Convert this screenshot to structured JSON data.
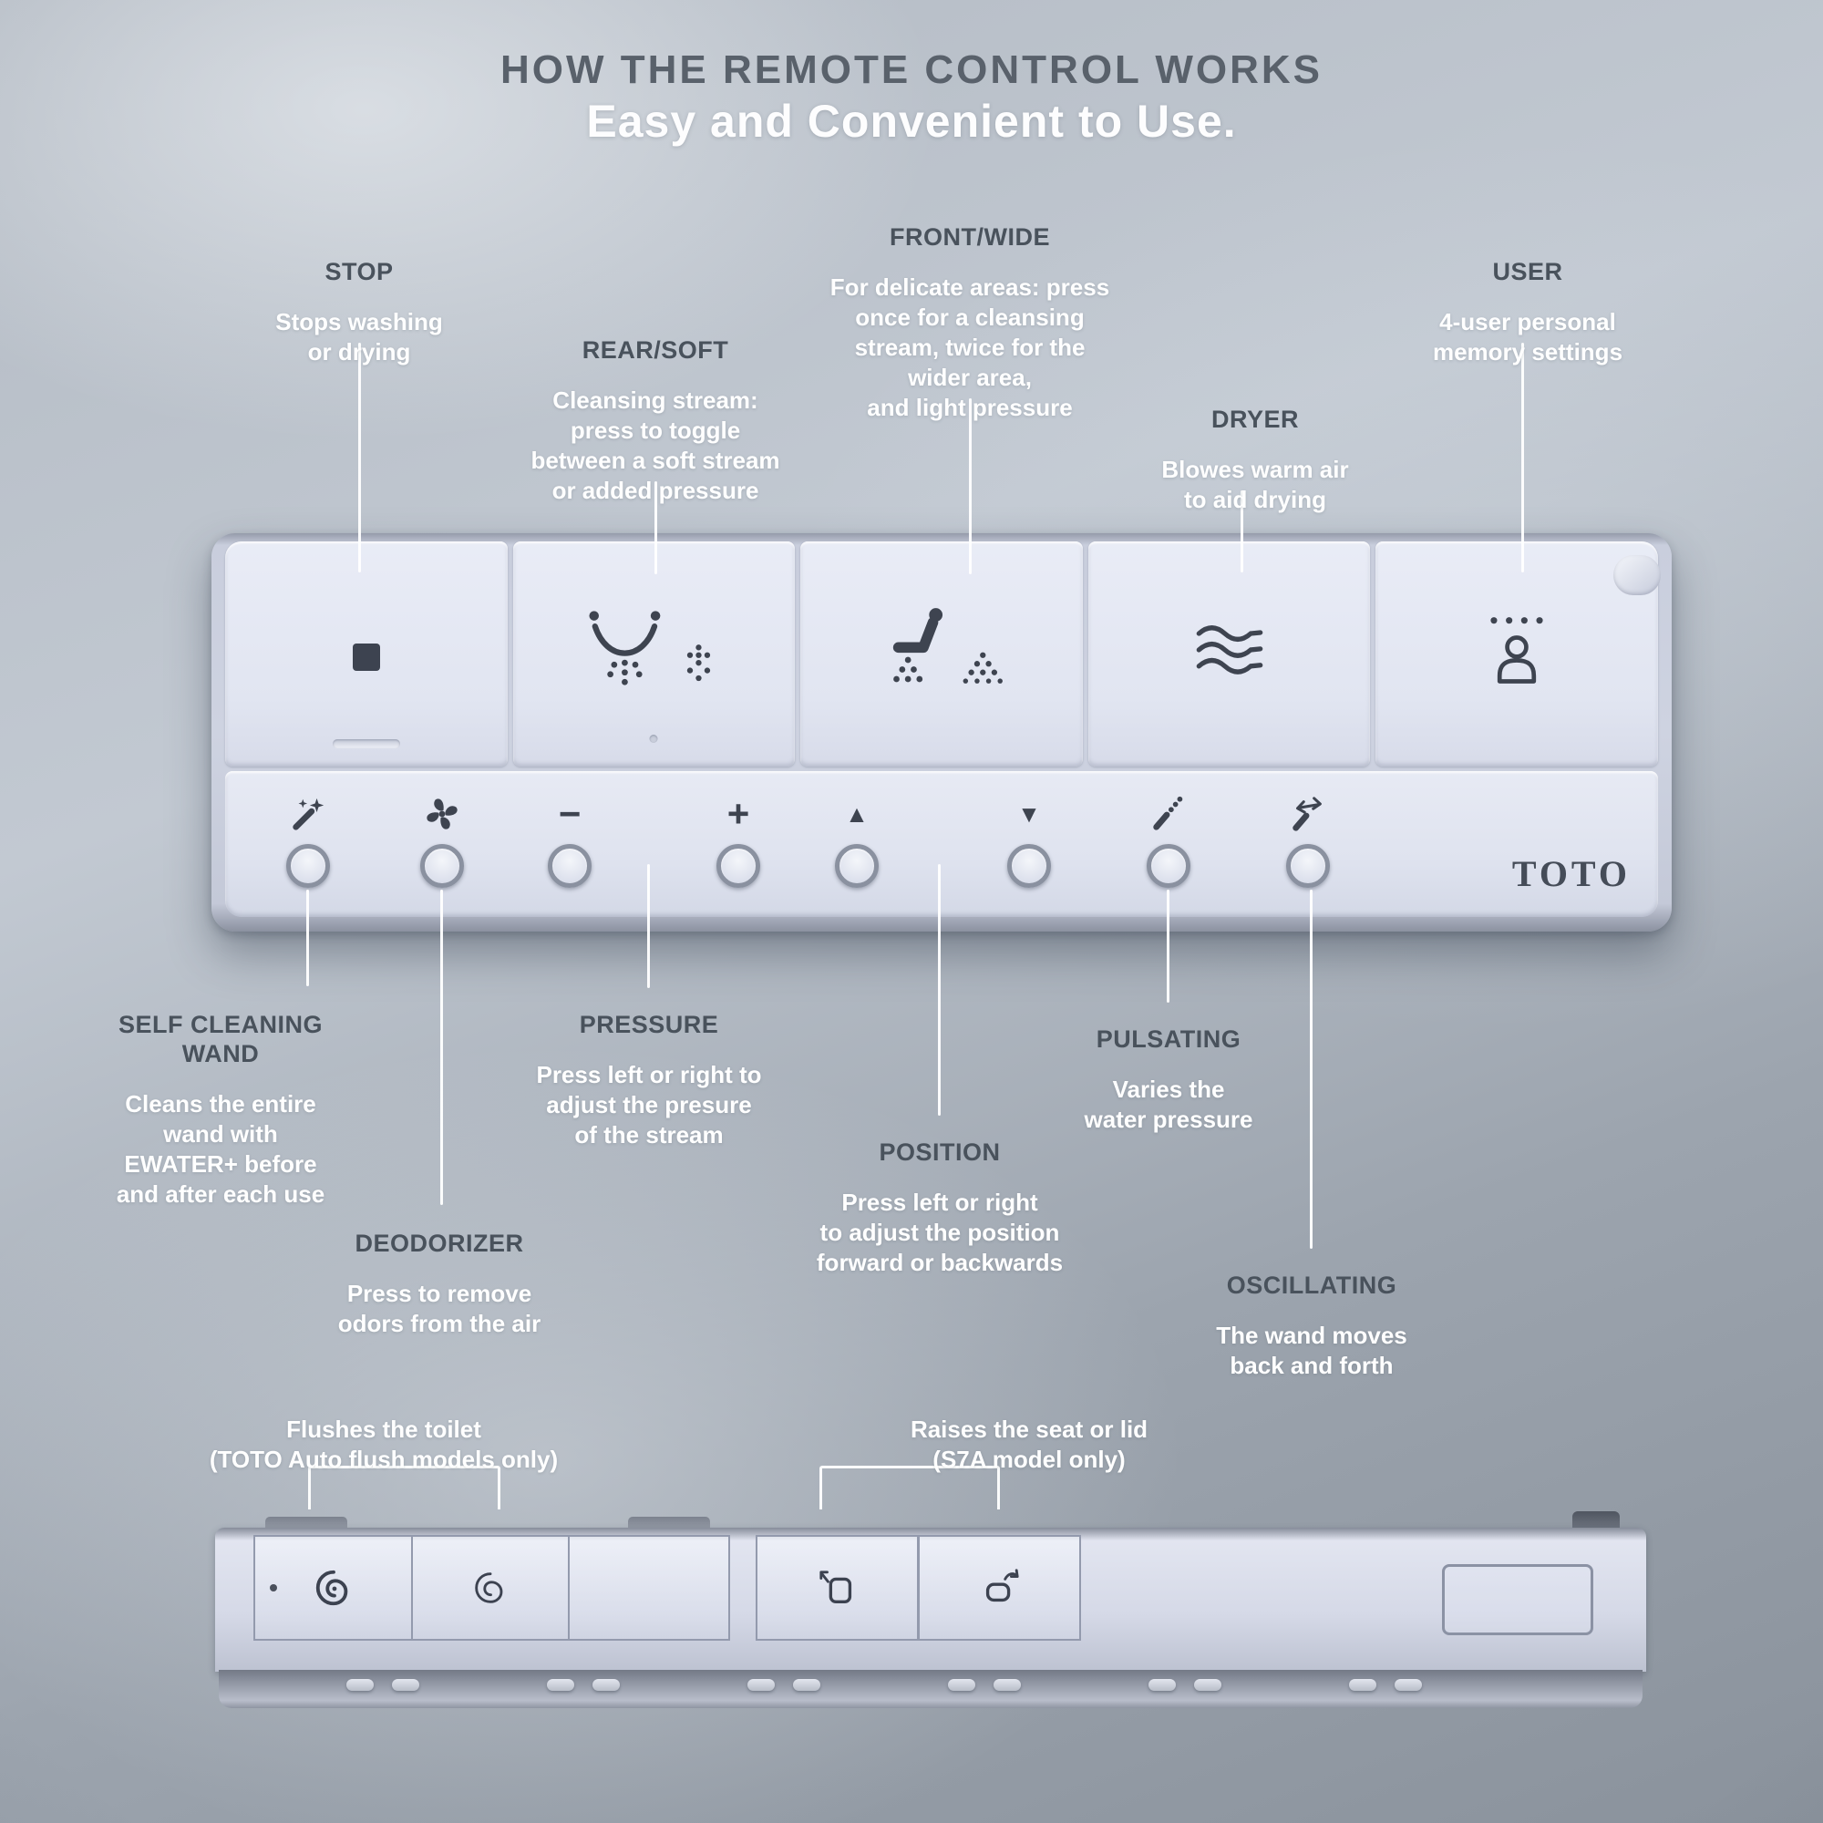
{
  "colors": {
    "background_base": "#a9b1bb",
    "remote_body": "#d5dae7",
    "icon": "#3e4450",
    "callout_title_text": "#49525c",
    "callout_desc_text": "#ffffff",
    "brand_text": "#454c58"
  },
  "header": {
    "title": "HOW THE REMOTE CONTROL WORKS",
    "subtitle": "Easy and Convenient to Use."
  },
  "brand": "TOTO",
  "icons": {
    "minus": "−",
    "plus": "+",
    "up": "▲",
    "down": "▼"
  },
  "callouts": {
    "stop": {
      "title": "STOP",
      "desc": "Stops washing\nor drying"
    },
    "rear_soft": {
      "title": "REAR/SOFT",
      "desc": "Cleansing stream:\npress to toggle\nbetween a soft stream\nor added pressure"
    },
    "front_wide": {
      "title": "FRONT/WIDE",
      "desc": "For delicate areas: press\nonce for a cleansing\nstream,  twice for the\nwider area,\nand light pressure"
    },
    "dryer": {
      "title": "DRYER",
      "desc": "Blowes warm air\nto aid drying"
    },
    "user": {
      "title": "USER",
      "desc": "4-user personal\nmemory settings"
    },
    "self_cleaning_wand": {
      "title": "SELF CLEANING\nWAND",
      "desc": "Cleans the entire\nwand with\nEWATER+ before\nand after each use"
    },
    "deodorizer": {
      "title": "DEODORIZER",
      "desc": "Press to remove\nodors from the air"
    },
    "pressure": {
      "title": "PRESSURE",
      "desc": "Press left or right to\nadjust the presure\nof the stream"
    },
    "position": {
      "title": "POSITION",
      "desc": "Press left or right\nto adjust the position\nforward or backwards"
    },
    "pulsating": {
      "title": "PULSATING",
      "desc": "Varies the\nwater pressure"
    },
    "oscillating": {
      "title": "OSCILLATING",
      "desc": "The wand moves\nback and forth"
    },
    "flush": {
      "desc": "Flushes the toilet\n(TOTO Auto flush models only)"
    },
    "seat_lid": {
      "desc": "Raises the seat or lid\n(S7A model only)"
    }
  }
}
